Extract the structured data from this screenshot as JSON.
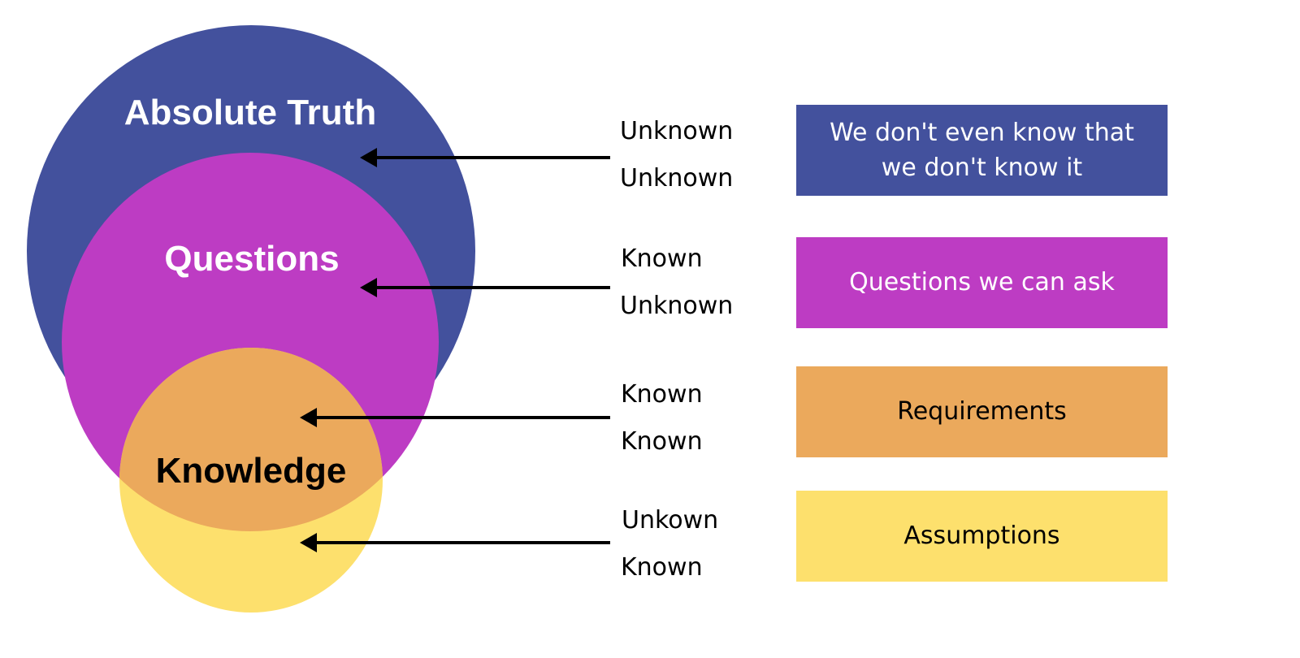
{
  "circles": {
    "absolute_truth": {
      "label": "Absolute Truth",
      "color": "#43519d",
      "text_color": "#ffffff"
    },
    "questions": {
      "label": "Questions",
      "color": "#bd3cc3",
      "text_color": "#ffffff"
    },
    "knowledge": {
      "label": "Knowledge",
      "color": "#fde06d",
      "overlap_color": "#eba95c",
      "text_color": "#000000"
    }
  },
  "rows": [
    {
      "top": "Unknown",
      "bottom": "Unknown",
      "box_text": "We don't even know that we don't know it",
      "box_color": "#43519d",
      "box_text_color": "#ffffff"
    },
    {
      "top": "Known",
      "bottom": "Unknown",
      "box_text": "Questions we can ask",
      "box_color": "#bd3cc3",
      "box_text_color": "#ffffff"
    },
    {
      "top": "Known",
      "bottom": "Known",
      "box_text": "Requirements",
      "box_color": "#eba95c",
      "box_text_color": "#000000"
    },
    {
      "top": "Unkown",
      "bottom": "Known",
      "box_text": "Assumptions",
      "box_color": "#fde06d",
      "box_text_color": "#000000"
    }
  ],
  "arrow_color": "#000000"
}
